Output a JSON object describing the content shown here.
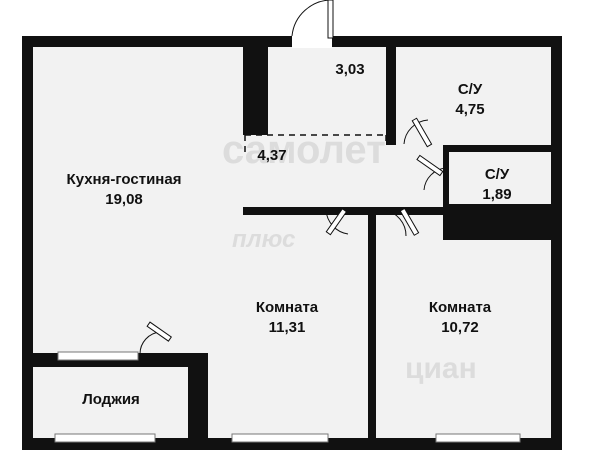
{
  "rooms": {
    "kitchen": {
      "name": "Кухня-гостиная",
      "area": "19,08"
    },
    "hall_upper": {
      "area": "3,03"
    },
    "hall_lower": {
      "area": "4,37"
    },
    "bath1": {
      "name": "С/У",
      "area": "4,75"
    },
    "bath2": {
      "name": "С/У",
      "area": "1,89"
    },
    "room1": {
      "name": "Комната",
      "area": "11,31"
    },
    "room2": {
      "name": "Комната",
      "area": "10,72"
    },
    "loggia": {
      "name": "Лоджия"
    }
  },
  "watermarks": {
    "brand_line1": "самолет",
    "brand_line2": "плюс",
    "cian": "циан"
  },
  "colors": {
    "wall": "#111111",
    "floor": "#f2f2f2",
    "window": "#bfbfbf"
  }
}
